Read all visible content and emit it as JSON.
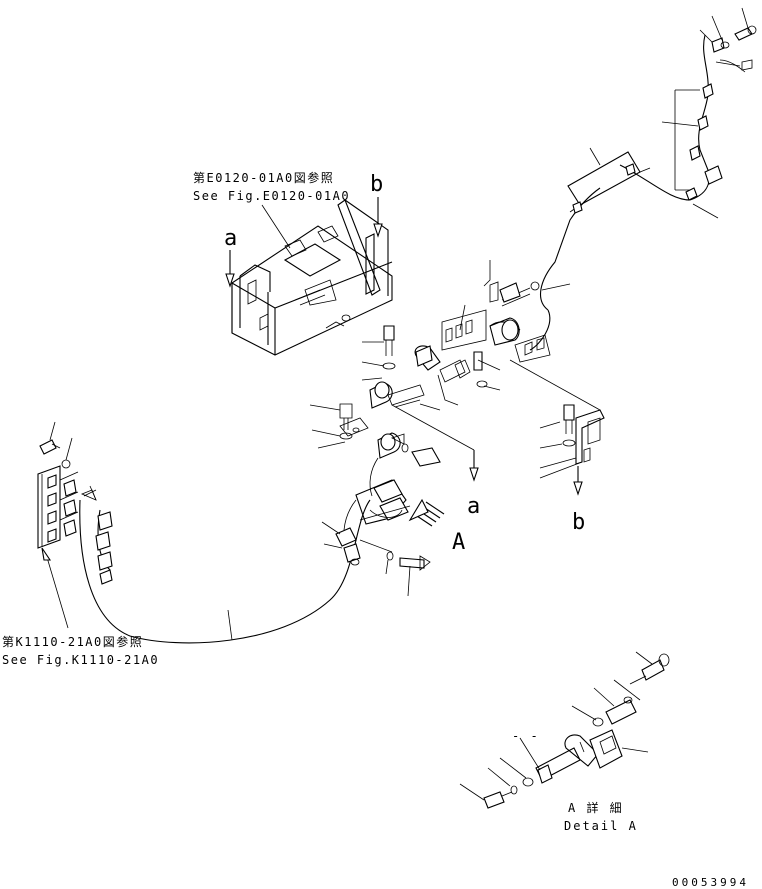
{
  "refs": {
    "top_jp": "第E0120-01A0図参照",
    "top_en": "See Fig.E0120-01A0",
    "bottom_jp": "第K1110-21A0図参照",
    "bottom_en": "See Fig.K1110-21A0"
  },
  "letters": {
    "a_left": "a",
    "b_top": "b",
    "a_right": "a",
    "b_right": "b",
    "big_A": "A"
  },
  "detail": {
    "jp": "A 詳 細",
    "en": "Detail A",
    "dash": "- -"
  },
  "drawing_number": "00053994"
}
